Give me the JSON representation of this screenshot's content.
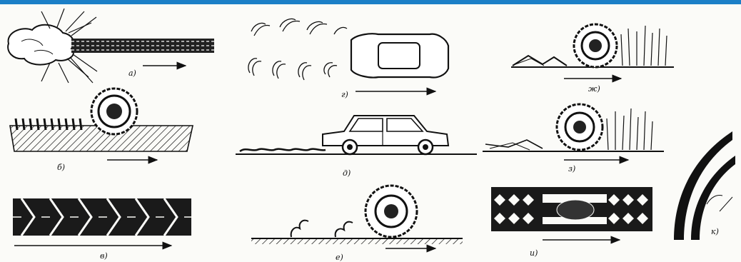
{
  "colors": {
    "top_bar": "#1b7fc7",
    "ink": "#111111",
    "paper": "#fbfbf8"
  },
  "panels": [
    {
      "id": "a",
      "label": "а)"
    },
    {
      "id": "b",
      "label": "б)"
    },
    {
      "id": "v",
      "label": "в)"
    },
    {
      "id": "g",
      "label": "г)"
    },
    {
      "id": "d",
      "label": "д)"
    },
    {
      "id": "e",
      "label": "е)"
    },
    {
      "id": "zh",
      "label": "ж)"
    },
    {
      "id": "z",
      "label": "з)"
    },
    {
      "id": "i",
      "label": "и)"
    },
    {
      "id": "k",
      "label": "к)"
    }
  ]
}
